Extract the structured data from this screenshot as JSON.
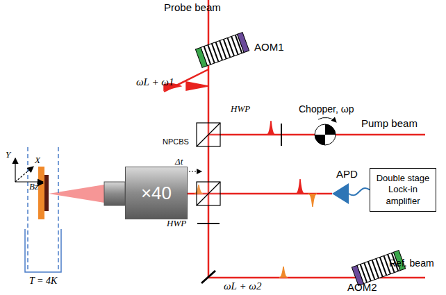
{
  "diagram": {
    "nodes": [
      {
        "text": [
          "×40"
        ]
      },
      {
        "text": [
          "APD"
        ]
      },
      {
        "text": [
          "Double stage Lock-in amplifier"
        ]
      }
    ],
    "edges": [
      {
        "from": 1,
        "to": 2,
        "arrow": "none"
      }
    ],
    "labels": [
      "Probe beam",
      "AOM1",
      "ωL + ω1",
      "HWP",
      "Chopper, ωp",
      "NPCBS",
      "Pump beam",
      "Y",
      "X",
      "Bz",
      "Δt",
      "T = 4K",
      "HWP",
      "ωL + ω2",
      "Ref. beam",
      "AOM2"
    ]
  }
}
